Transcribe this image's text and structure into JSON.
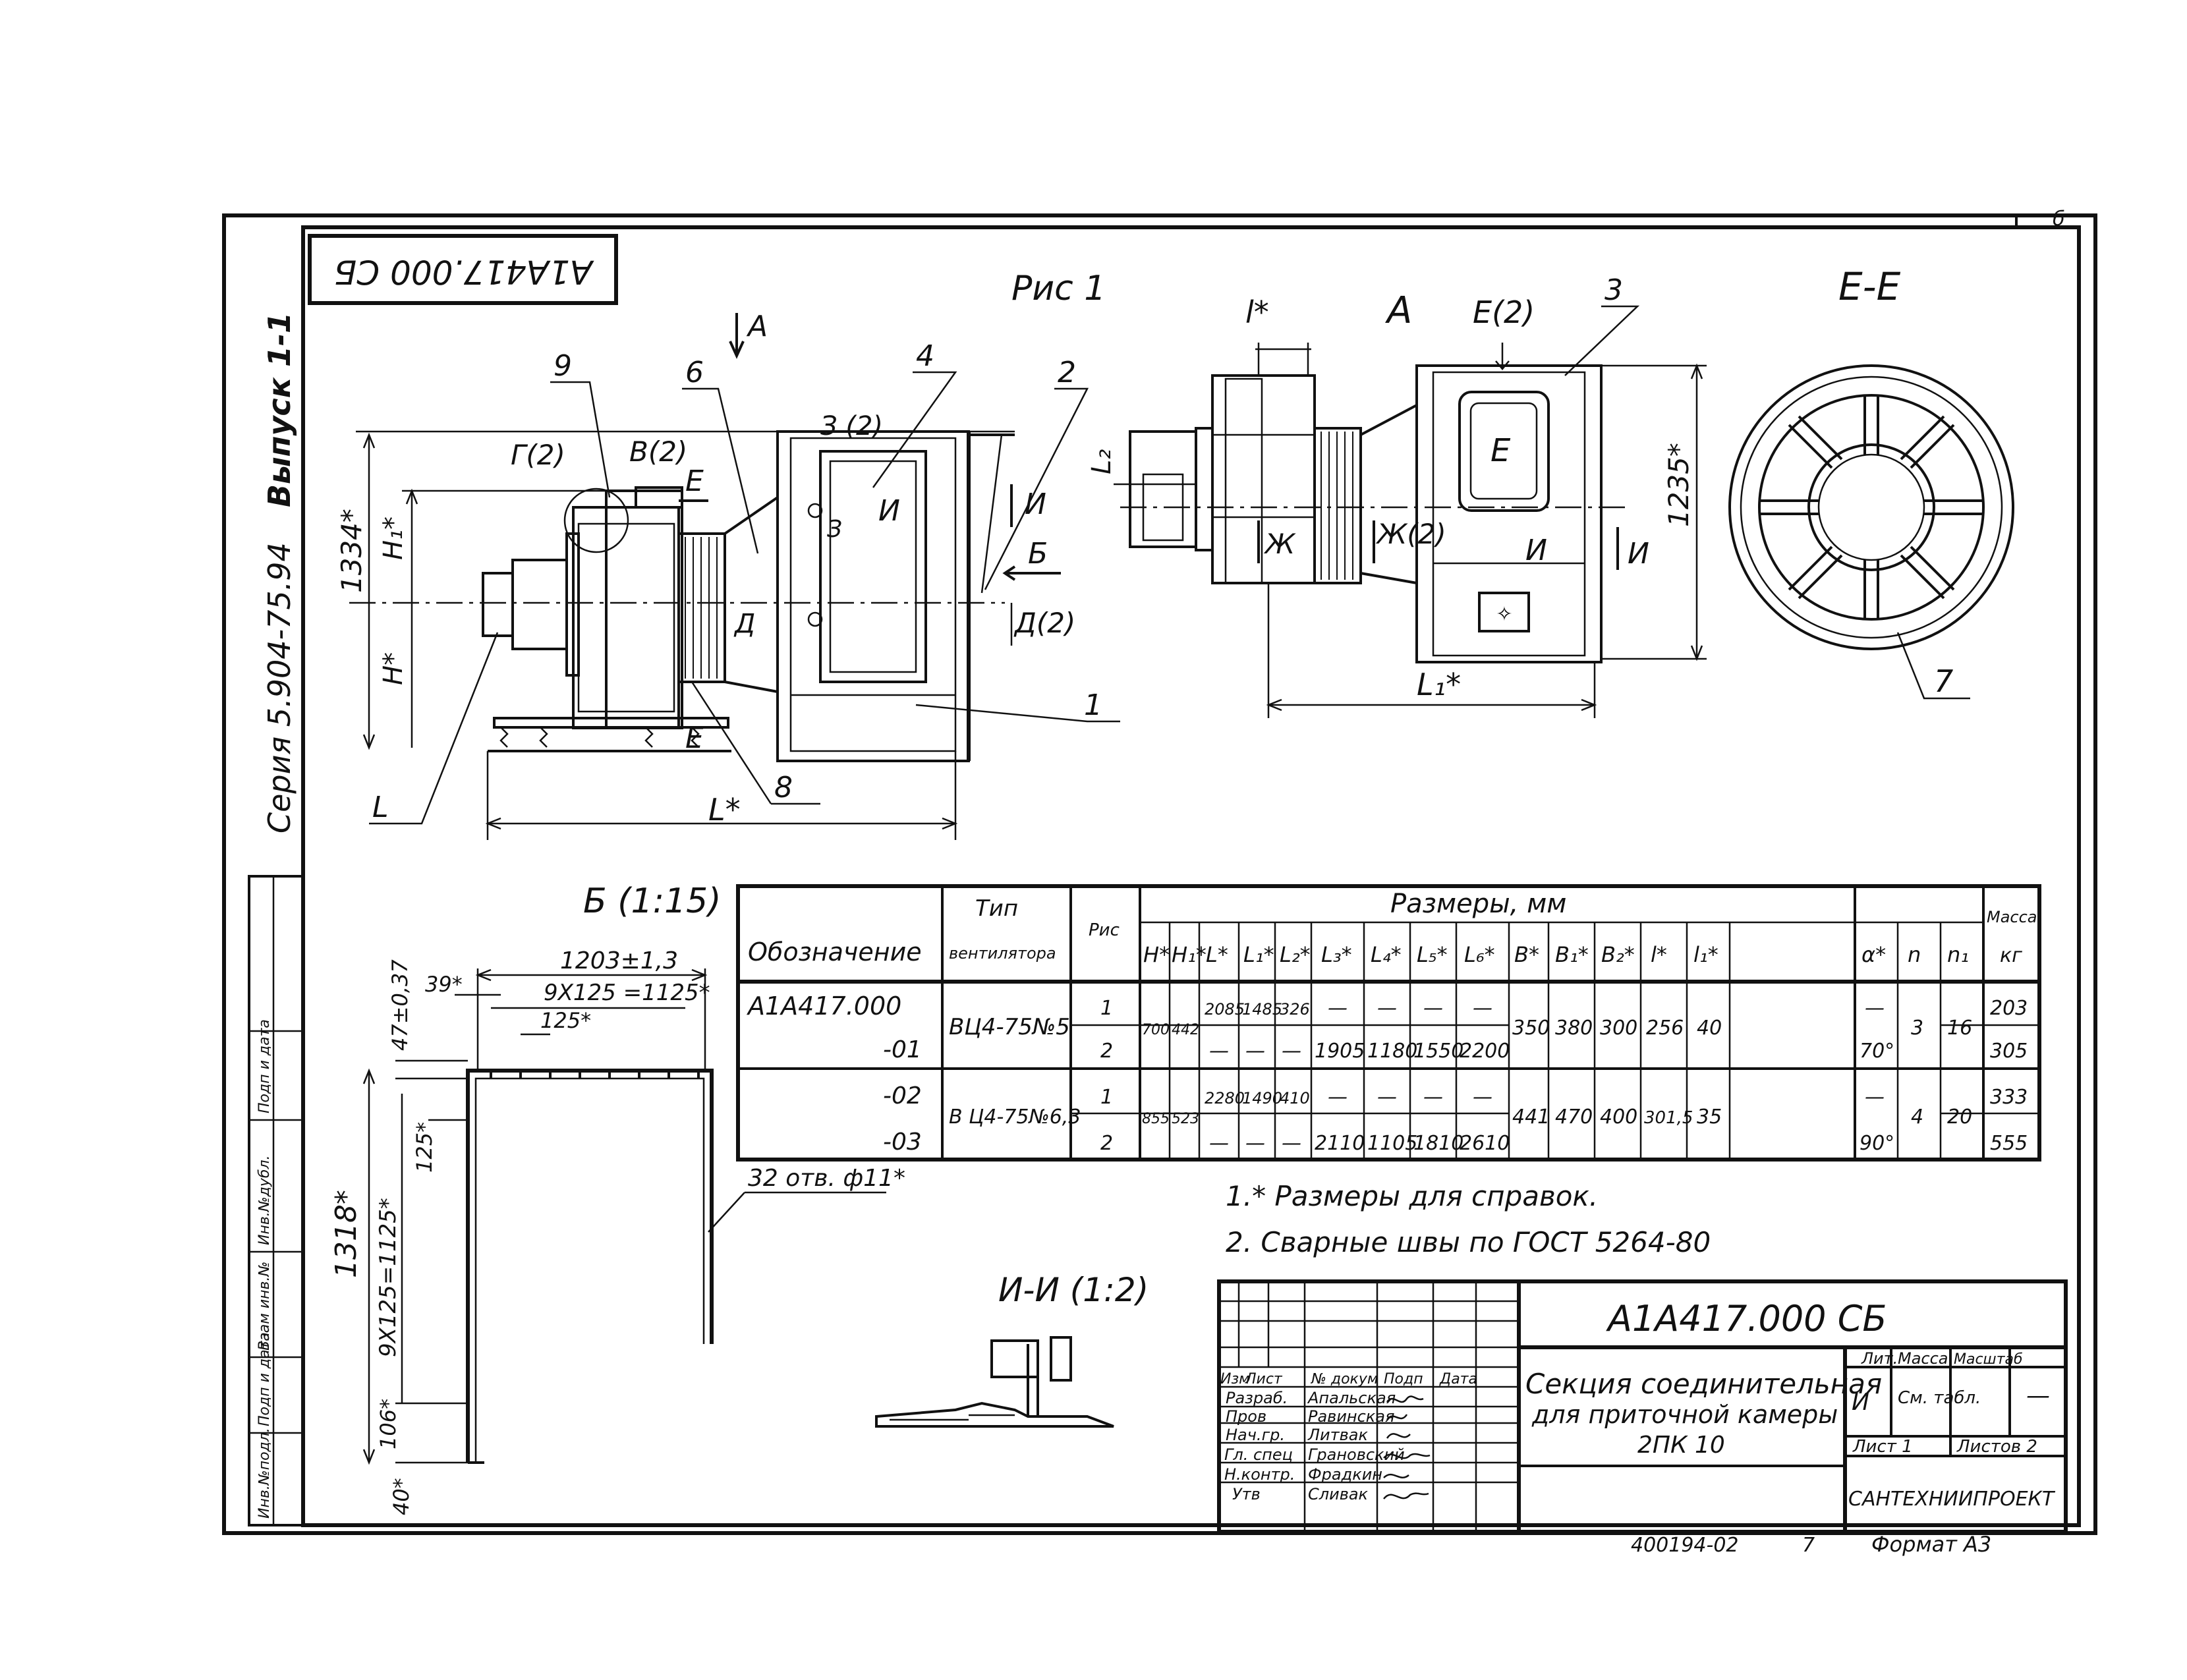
{
  "doc_code_rotated": "A1A417.000 СБ",
  "sheet_number_corner": "б",
  "side_label_series": "Серия 5.904-75.94",
  "side_label_issue": "Выпуск 1-1",
  "side_stamp_labels": [
    "Инв.№подл.",
    "Подп и дата",
    "Взам инв.№",
    "Инв.№дубл.",
    "Подп и дата"
  ],
  "fig1": {
    "title": "Рис 1",
    "view_arrow_a": "А",
    "callouts": [
      "9",
      "6",
      "4",
      "2",
      "1",
      "8",
      "3",
      "7"
    ],
    "details": {
      "g": "Г(2)",
      "v": "В(2)",
      "z": "З (2)",
      "d": "Д(2)",
      "d_short": "Д",
      "z_short": "З"
    },
    "section_marks": {
      "e": "Е",
      "i": "И",
      "b": "Б"
    },
    "dims": {
      "height_total": "1334*",
      "h1": "H₁*",
      "h": "H*",
      "length": "L*",
      "l_dim": "L"
    }
  },
  "view_a": {
    "title": "А",
    "callouts": [
      "3"
    ],
    "labels": {
      "e2": "Е(2)",
      "zh2": "Ж(2)",
      "zh": "Ж",
      "e_box": "Е",
      "i": "И",
      "l_star": "l*",
      "l2": "L₂"
    },
    "dims": {
      "height": "1235*",
      "l1": "L₁*"
    }
  },
  "section_ee": {
    "title": "Е-Е",
    "callout": "7"
  },
  "view_b": {
    "title": "Б (1:15)",
    "dims": {
      "width": "1203±1,3",
      "pitch_total": "9X125 =1125*",
      "pitch": "125*",
      "edge": "39*",
      "top": "47±0,37",
      "side_pitch": "125*",
      "height": "1318*",
      "side_total": "9X125=1125*",
      "bottom1": "106*",
      "bottom2": "40*"
    },
    "holes": "32 отв. ф11*"
  },
  "view_ii": {
    "title": "И-И (1:2)"
  },
  "table": {
    "header_designation": "Обозначение",
    "header_fan_line1": "Тип",
    "header_fan_line2": "вентилятора",
    "header_fig": "Рис",
    "header_dims": "Размеры, мм",
    "header_mass_line1": "Масса",
    "header_mass_line2": "кг",
    "dim_columns": [
      "H*",
      "H₁*",
      "L*",
      "L₁*",
      "L₂*",
      "L₃*",
      "L₄*",
      "L₅*",
      "L₆*",
      "B*",
      "B₁*",
      "B₂*",
      "l*",
      "l₁*",
      "α*",
      "n",
      "n₁"
    ],
    "rows": [
      {
        "designation": "A1A417.000",
        "fig": "1",
        "L": "2085",
        "L1": "1485",
        "L2": "326",
        "L3": "—",
        "L4": "—",
        "L5": "—",
        "L6": "—",
        "alpha": "—",
        "mass": "203"
      },
      {
        "designation": "-01",
        "fig": "2",
        "L": "—",
        "L1": "—",
        "L2": "—",
        "L3": "1905",
        "L4": "1180",
        "L5": "1550",
        "L6": "2200",
        "alpha": "70°",
        "mass": "305"
      },
      {
        "designation": "-02",
        "fig": "1",
        "L": "2280",
        "L1": "1490",
        "L2": "410",
        "L3": "—",
        "L4": "—",
        "L5": "—",
        "L6": "—",
        "alpha": "—",
        "mass": "333"
      },
      {
        "designation": "-03",
        "fig": "2",
        "L": "—",
        "L1": "—",
        "L2": "—",
        "L3": "2110",
        "L4": "1105",
        "L5": "1810",
        "L6": "2610",
        "alpha": "90°",
        "mass": "555"
      }
    ],
    "groups": [
      {
        "fan": "ВЦ4-75№5",
        "H": "700",
        "H1": "442",
        "B": "350",
        "B1": "380",
        "B2": "300",
        "l": "256",
        "l1": "40",
        "n": "3",
        "n1": "16"
      },
      {
        "fan": "В Ц4-75№6,3",
        "H": "855",
        "H1": "523",
        "B": "441",
        "B1": "470",
        "B2": "400",
        "l": "301,5",
        "l1": "35",
        "n": "4",
        "n1": "20"
      }
    ]
  },
  "notes": [
    "1.* Размеры для справок.",
    "2. Сварные швы по ГОСТ 5264-80"
  ],
  "title_block": {
    "code": "A1A417.000 СБ",
    "name_lines": [
      "Секция соединительная",
      "для приточной камеры",
      "2ПК 10"
    ],
    "change_headers": [
      "Изм",
      "Лист",
      "№ докум",
      "Подп",
      "Дата"
    ],
    "roles": [
      "Разраб.",
      "Пров",
      "Нач.гр.",
      "Гл. спец",
      "Н.контр.",
      "Утв"
    ],
    "names": [
      "Апальская",
      "Равинская",
      "Литвак",
      "Грановский",
      "Фрадкин",
      "Сливак"
    ],
    "stage_header": "Лит.",
    "mass_header": "Масса",
    "scale_header": "Масштаб",
    "stage_value": "И",
    "mass_value": "См. табл.",
    "scale_value": "—",
    "sheet_label": "Лист 1",
    "sheets_label": "Листов 2",
    "organization": "САНТЕХНИИПРОЕКТ"
  },
  "footer": {
    "inventory": "400194-02",
    "page": "7",
    "format": "Формат А3"
  }
}
